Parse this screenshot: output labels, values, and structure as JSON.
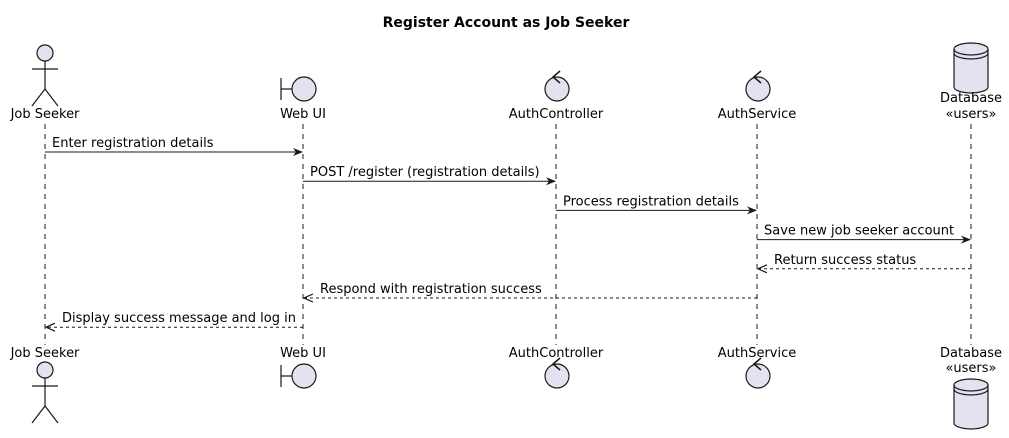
{
  "title": "Register Account as Job Seeker",
  "colors": {
    "fill": "#e2e2f0",
    "stroke": "#181818",
    "lifeline": "#181818"
  },
  "participants": [
    {
      "id": "js",
      "name": "Job Seeker",
      "sub": "",
      "kind": "actor-icon"
    },
    {
      "id": "ui",
      "name": "Web UI",
      "sub": "",
      "kind": "boundary-icon"
    },
    {
      "id": "ac",
      "name": "AuthController",
      "sub": "",
      "kind": "control-icon"
    },
    {
      "id": "as",
      "name": "AuthService",
      "sub": "",
      "kind": "control-icon"
    },
    {
      "id": "db",
      "name": "Database",
      "sub": "«users»",
      "kind": "database-icon"
    }
  ],
  "messages": [
    {
      "from": "js",
      "to": "ui",
      "text": "Enter registration details",
      "style": "solid"
    },
    {
      "from": "ui",
      "to": "ac",
      "text": "POST /register (registration details)",
      "style": "solid"
    },
    {
      "from": "ac",
      "to": "as",
      "text": "Process registration details",
      "style": "solid"
    },
    {
      "from": "as",
      "to": "db",
      "text": "Save new job seeker account",
      "style": "solid"
    },
    {
      "from": "db",
      "to": "as",
      "text": "Return success status",
      "style": "dashed"
    },
    {
      "from": "as",
      "to": "ui",
      "text": "Respond with registration success",
      "style": "dashed"
    },
    {
      "from": "ui",
      "to": "js",
      "text": "Display success message and log in",
      "style": "dashed"
    }
  ]
}
